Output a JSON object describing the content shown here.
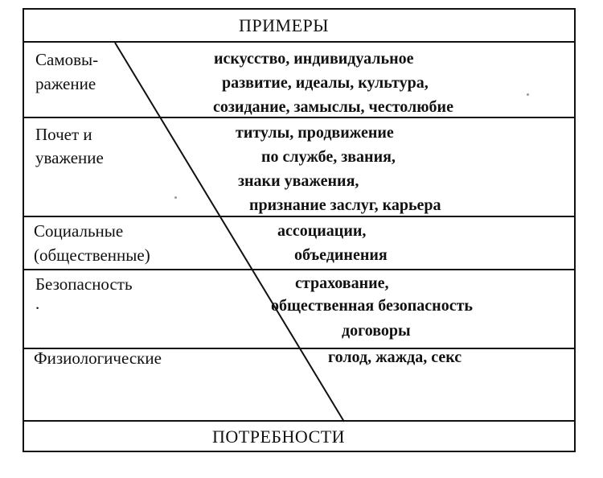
{
  "header": {
    "title": "ПРИМЕРЫ"
  },
  "footer": {
    "title": "ПОТРЕБНОСТИ"
  },
  "rows": [
    {
      "need": [
        "Самовы-",
        "ражение"
      ],
      "examples": [
        "искусство, индивидуальное",
        "развитие, идеалы, культура,",
        "созидание, замыслы, честолюбие"
      ]
    },
    {
      "need": [
        "Почет и",
        "уважение"
      ],
      "examples": [
        "титулы, продвижение",
        "по службе, звания,",
        "знаки уважения,",
        "признание заслуг, карьера"
      ]
    },
    {
      "need": [
        "Социальные",
        "(общественные)"
      ],
      "examples": [
        "ассоциации,",
        "объединения"
      ]
    },
    {
      "need": [
        "Безопасность",
        "."
      ],
      "examples": [
        "страхование,",
        "общественная безопасность",
        "договоры"
      ]
    },
    {
      "need": [
        "Физиологические"
      ],
      "examples": [
        "голод, жажда, секс"
      ]
    }
  ]
}
